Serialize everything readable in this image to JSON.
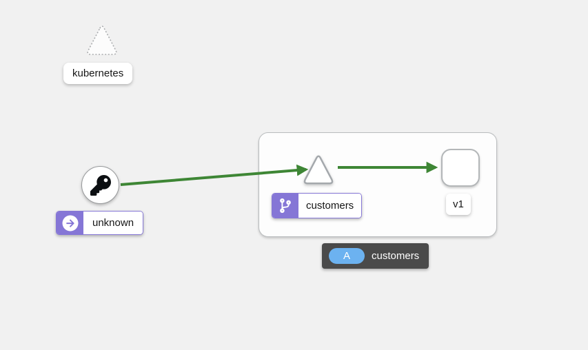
{
  "colors": {
    "background": "#f1f1f1",
    "edge_healthy_green": "#3e8635",
    "badge_purple": "#8576d6",
    "node_border_gray": "#a7abae",
    "hover_badge_bg": "#4a4a4a",
    "app_pill_blue": "#6cb2f0"
  },
  "icons": {
    "unknown_node": "key-icon",
    "unknown_badge": "traffic-source-arrow-icon",
    "customers_badge": "virtual-service-branch-icon"
  },
  "nodes": {
    "kubernetes": {
      "label": "kubernetes",
      "shape": "dashed-triangle"
    },
    "unknown": {
      "label": "unknown",
      "shape": "circle"
    },
    "customers_service": {
      "label": "customers",
      "shape": "triangle"
    },
    "customers_workload": {
      "label": "v1",
      "shape": "rounded-square"
    }
  },
  "edges": [
    {
      "source": "unknown",
      "target": "customers_service",
      "color": "#3e8635"
    },
    {
      "source": "customers_service",
      "target": "customers_workload",
      "color": "#3e8635"
    }
  ],
  "hover_badge": {
    "letter": "A",
    "label": "customers"
  }
}
